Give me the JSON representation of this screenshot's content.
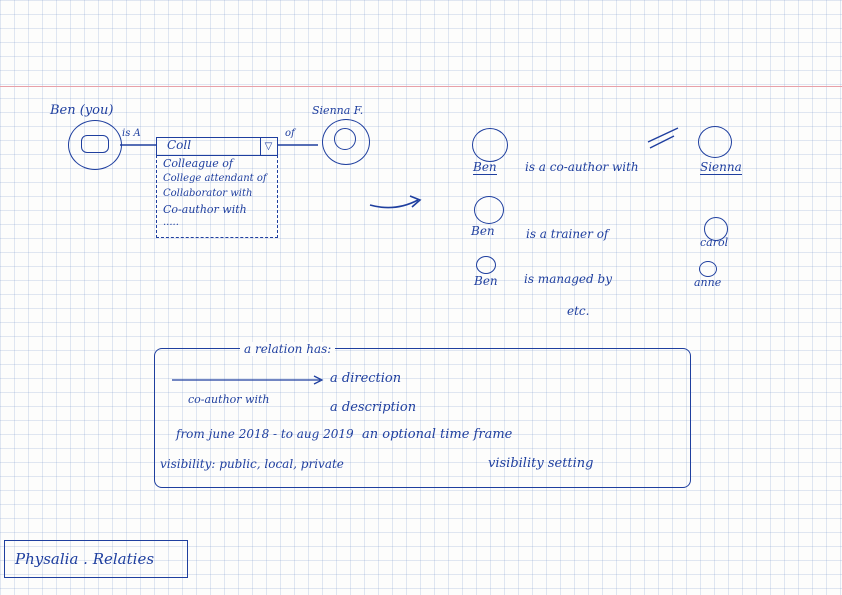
{
  "left_sketch": {
    "user_label": "Ben (you)",
    "is_a": "is A",
    "dropdown_value": "Coll",
    "dropdown_options": [
      "Colleague of",
      "College attendant of",
      "Collaborator with",
      "Co-author with",
      "....."
    ],
    "of_label": "of",
    "target_label": "Sienna F."
  },
  "right_examples": {
    "row1": {
      "subject": "Ben",
      "verb": "is a co-author with",
      "object": "Sienna"
    },
    "row2": {
      "subject": "Ben",
      "verb": "is a trainer of",
      "object": "carol"
    },
    "row3": {
      "subject": "Ben",
      "verb": "is managed by",
      "object": "anne"
    },
    "etc": "etc."
  },
  "relation_box": {
    "title": "a relation has:",
    "left_items": [
      "co-author with",
      "from june 2018 - to aug 2019",
      "visibility: public, local, private"
    ],
    "right_items": [
      "a direction",
      "a description",
      "an optional time frame",
      "visibility setting"
    ]
  },
  "footer": {
    "label": "Physalia . Relaties"
  }
}
